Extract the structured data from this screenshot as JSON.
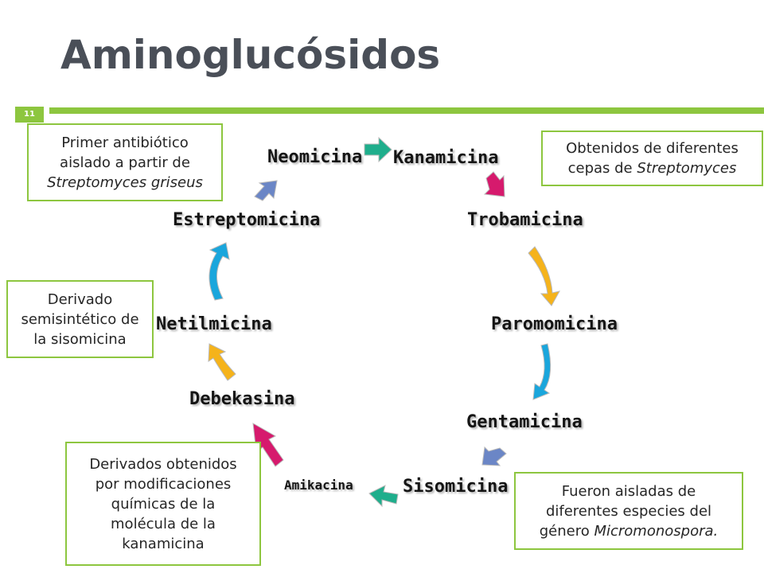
{
  "slide": {
    "title": "Aminoglucósidos",
    "number": "11"
  },
  "drugs": {
    "neomicina": "Neomicina",
    "kanamicina": "Kanamicina",
    "trobamicina": "Trobamicina",
    "paromomicina": "Paromomicina",
    "gentamicina": "Gentamicina",
    "sisomicina": "Sisomicina",
    "amikacina": "Amikacina",
    "debekasina": "Debekasina",
    "netilmicina": "Netilmicina",
    "estreptomicina": "Estreptomicina"
  },
  "notes": {
    "streptomycin": {
      "line1": "Primer antibiótico",
      "line2": "aislado a partir de",
      "line3": "Streptomyces griseus"
    },
    "streptomyces": {
      "line1": "Obtenidos de diferentes",
      "line2a": "cepas de ",
      "line2b": "Streptomyces"
    },
    "netilmicin": {
      "line1": "Derivado",
      "line2": "semisintético de",
      "line3": "la sisomicina"
    },
    "kanamycin_derivs": {
      "line1": "Derivados obtenidos",
      "line2": "por modificaciones",
      "line3": "químicas de la",
      "line4": "molécula de la",
      "line5": "kanamicina"
    },
    "micromonospora": {
      "line1": "Fueron aisladas de",
      "line2": "diferentes especies del",
      "line3a": "género ",
      "line3b": "Micromonospora."
    }
  },
  "colors": {
    "accent": "#8dc63f",
    "title": "#4a4f58",
    "teal": "#1fae8c",
    "magenta": "#d61a6d",
    "orange": "#f5b31b",
    "blue": "#1aa6dc",
    "lavender": "#6b86c6"
  }
}
